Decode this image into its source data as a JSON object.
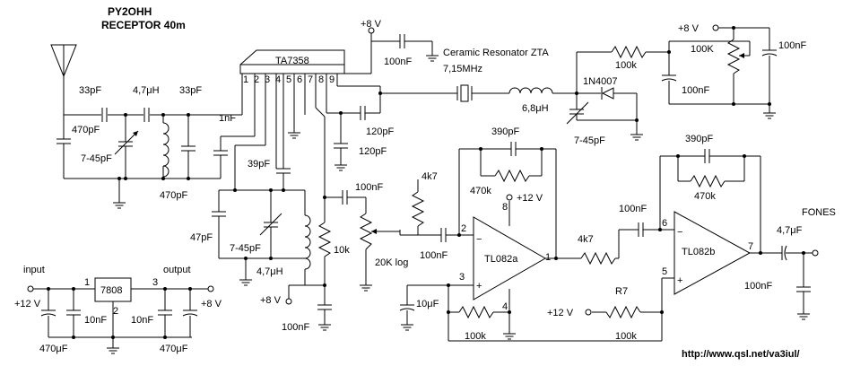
{
  "title": {
    "line1": "PY2OHH",
    "line2": "RECEPTOR 40m"
  },
  "url": "http://www.qsl.net/va3iul/",
  "ic": {
    "mixer": "TA7358",
    "regulator": "7808",
    "opamp_a": "TL082a",
    "opamp_b": "TL082b"
  },
  "pins": {
    "p1": "1",
    "p2": "2",
    "p3": "3",
    "p4": "4",
    "p5": "5",
    "p6": "6",
    "p7": "7",
    "p8": "8",
    "p9": "9"
  },
  "labels": {
    "supply_8v": "+8 V",
    "supply_12v": "+12 V",
    "resonator": "Ceramic Resonator ZTA",
    "resonator_freq": "7,15MHz",
    "input": "input",
    "output": "output",
    "fones": "FONES",
    "diode": "1N4007"
  },
  "components": {
    "c_33pf": "33pF",
    "l_4_7uh": "4,7μH",
    "c_470pf": "470pF",
    "c_7_45pf": "7-45pF",
    "c_1nf": "1nF",
    "c_39pf": "39pF",
    "c_47pf": "47pF",
    "c_100nf": "100nF",
    "c_120pf": "120pF",
    "l_6_8uh": "6,8μH",
    "r_100k": "100k",
    "r_100k_pot": "100K",
    "c_390pf": "390pF",
    "r_470k": "470k",
    "r_4k7": "4k7",
    "r_10k": "10k",
    "r_20k_log": "20K log",
    "c_10uf": "10μF",
    "c_470uf": "470μF",
    "c_10nf": "10nF",
    "c_4_7uf": "4,7μF",
    "r7": "R7"
  }
}
